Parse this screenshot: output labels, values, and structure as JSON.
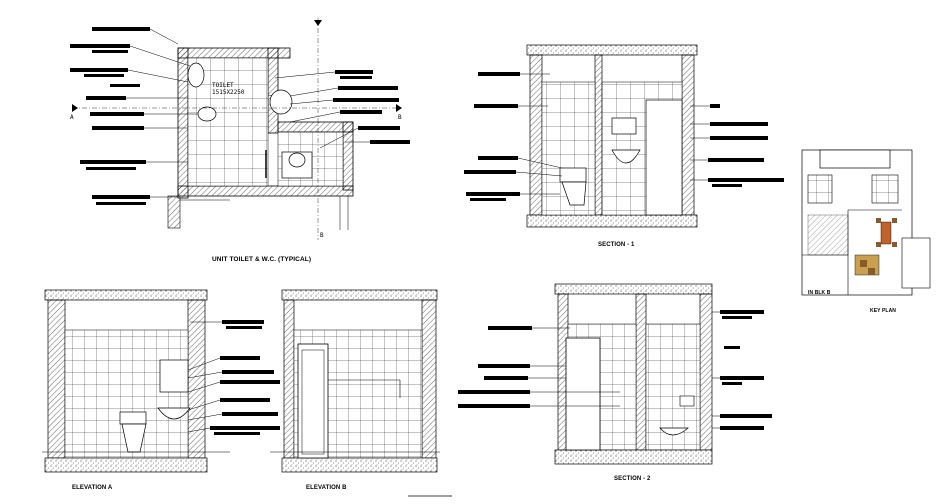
{
  "drawing": {
    "background": "#ffffff",
    "line_color": "#000000",
    "accent_colors": {
      "table": "#c0622a",
      "sofa": "#c8a050",
      "chair": "#8b5a2b"
    }
  },
  "captions": {
    "plan_title": "UNIT TOILET & W.C. (TYPICAL)",
    "room_size": "TOILET\n1515X2250",
    "section_1": "SECTION - 1",
    "section_2": "SECTION - 2",
    "elevation_a": "ELEVATION A",
    "elevation_b": "ELEVATION B",
    "keyplan_left": "IN BLK B",
    "keyplan_right": "KEY PLAN"
  },
  "grid_markers": {
    "left_a": "A",
    "right_b": "B",
    "right_c": "B"
  }
}
